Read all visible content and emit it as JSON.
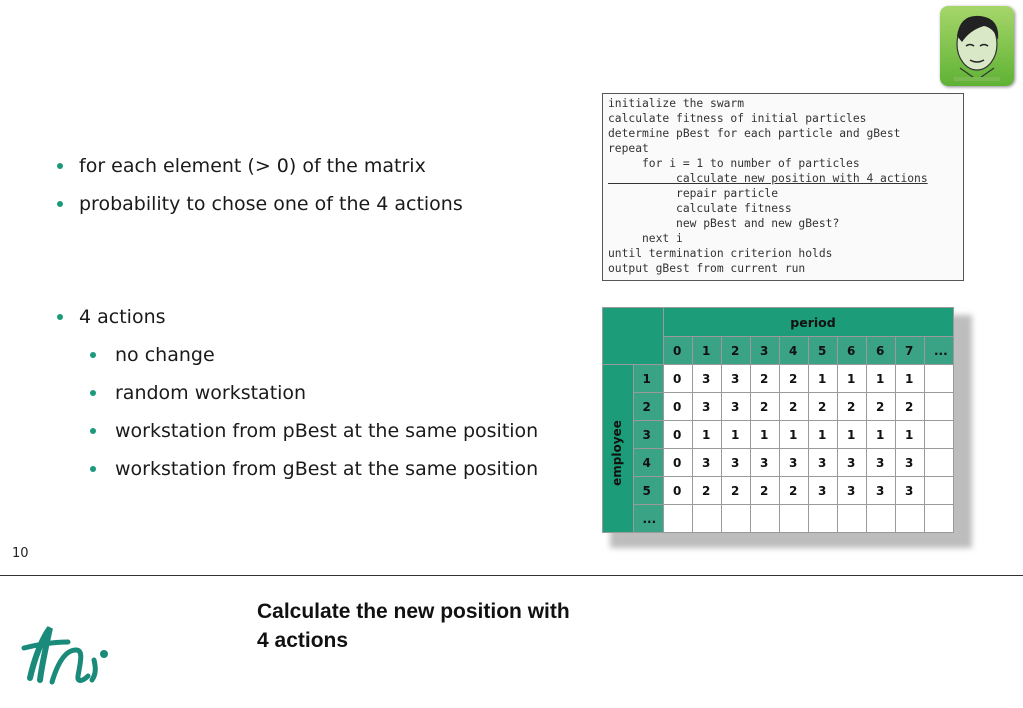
{
  "bullets": {
    "items": [
      "for each element  (> 0) of the matrix",
      "probability to chose one of the 4 actions"
    ],
    "actions_heading": "4 actions",
    "actions": [
      "no change",
      "random workstation",
      "workstation from pBest at the same position",
      "workstation from gBest at the same position"
    ]
  },
  "pseudocode": [
    "initialize the swarm",
    "calculate fitness of initial particles",
    "determine pBest for each particle and gBest",
    "repeat",
    "     for i = 1 to number of particles",
    "          calculate new position with 4 actions",
    "          repair particle",
    "          calculate fitness",
    "          new pBest and new gBest?",
    "     next i",
    "until termination criterion holds",
    "output gBest from current run"
  ],
  "matrix": {
    "period_label": "period",
    "employee_label": "employee",
    "columns": [
      "0",
      "1",
      "2",
      "3",
      "4",
      "5",
      "6",
      "6",
      "7",
      "..."
    ],
    "row_labels": [
      "1",
      "2",
      "3",
      "4",
      "5",
      "..."
    ],
    "rows": [
      [
        "0",
        "3",
        "3",
        "2",
        "2",
        "1",
        "1",
        "1",
        "1",
        ""
      ],
      [
        "0",
        "3",
        "3",
        "2",
        "2",
        "2",
        "2",
        "2",
        "2",
        ""
      ],
      [
        "0",
        "1",
        "1",
        "1",
        "1",
        "1",
        "1",
        "1",
        "1",
        ""
      ],
      [
        "0",
        "3",
        "3",
        "3",
        "3",
        "3",
        "3",
        "3",
        "3",
        ""
      ],
      [
        "0",
        "2",
        "2",
        "2",
        "2",
        "3",
        "3",
        "3",
        "3",
        ""
      ],
      [
        "",
        "",
        "",
        "",
        "",
        "",
        "",
        "",
        "",
        ""
      ]
    ]
  },
  "footer": {
    "page_number": "10",
    "title_line1": "Calculate the new position with",
    "title_line2": "4 actions"
  },
  "colors": {
    "accent": "#1a9a7a",
    "table_green": "#1c9c78"
  },
  "icons": {
    "logo": "tu-ilmenau-logo",
    "portrait": "beethoven-portrait-icon"
  }
}
